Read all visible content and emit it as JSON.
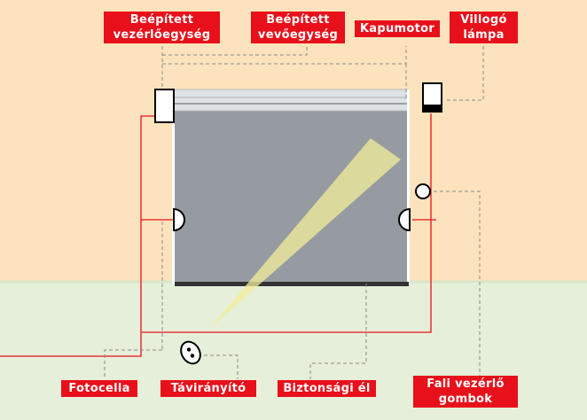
{
  "labels": {
    "integrated_controller": [
      "Beépített",
      "vezérlőegység"
    ],
    "integrated_receiver": [
      "Beépített",
      "vevőegység"
    ],
    "gate_motor": [
      "Kapumotor"
    ],
    "flashing_lamp": [
      "Villogó",
      "lámpa"
    ],
    "photocell": [
      "Fotocella"
    ],
    "remote_control": [
      "Távirányító"
    ],
    "safety_edge": [
      "Biztonsági él"
    ],
    "wall_control_buttons": [
      "Fali vezérlő",
      "gombok"
    ]
  },
  "colors": {
    "wall": "#fde3bd",
    "floor": "#e6efd9",
    "door_panel": "#959ba1",
    "label_bg": "#e8101a",
    "wire": "#e8101a",
    "leader_line": "#8a8a8a",
    "beam": "#f3ee9a"
  },
  "icons": [
    "controller-box-icon",
    "flashing-lamp-icon",
    "photocell-left-icon",
    "photocell-right-icon",
    "wall-button-icon",
    "remote-control-icon"
  ]
}
